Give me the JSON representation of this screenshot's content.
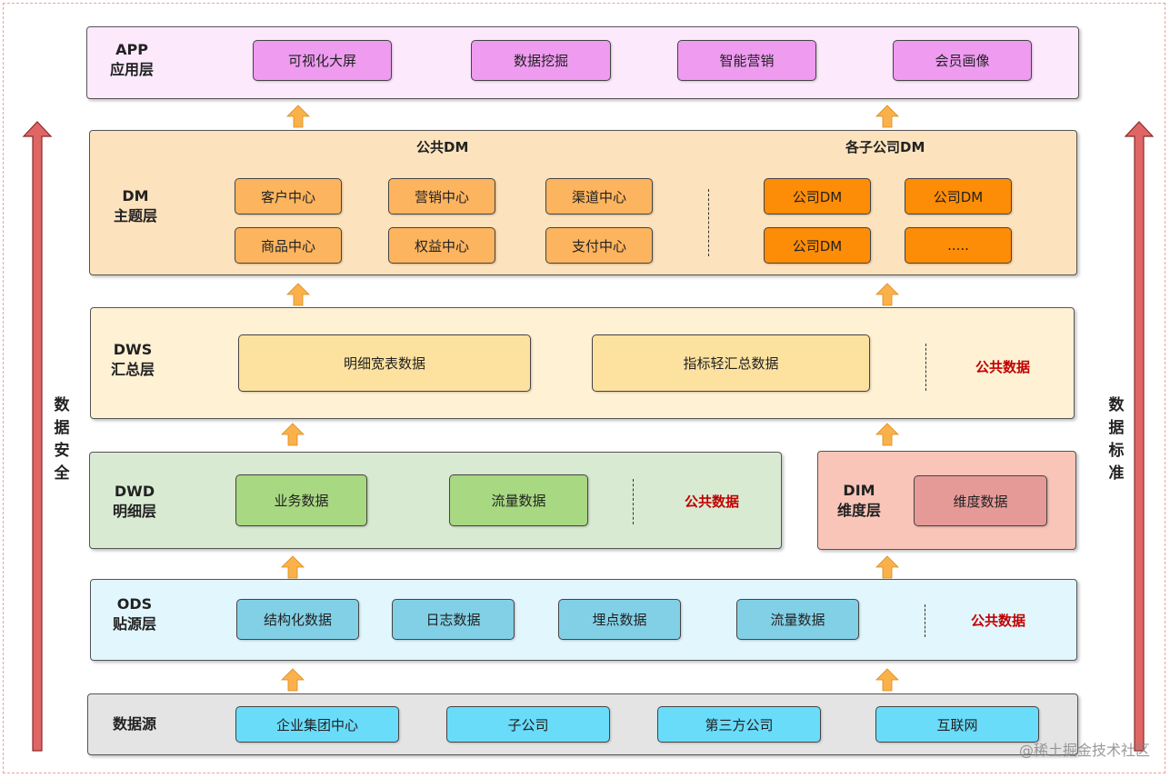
{
  "side": {
    "left_label": [
      "数",
      "据",
      "安",
      "全"
    ],
    "right_label": [
      "数",
      "据",
      "标",
      "准"
    ]
  },
  "app": {
    "label": "APP\n应用层",
    "items": [
      "可视化大屏",
      "数据挖掘",
      "智能营销",
      "会员画像"
    ]
  },
  "dm": {
    "label": "DM\n主题层",
    "public_title": "公共DM",
    "company_title": "各子公司DM",
    "public_items": [
      "客户中心",
      "营销中心",
      "渠道中心",
      "商品中心",
      "权益中心",
      "支付中心"
    ],
    "company_items": [
      "公司DM",
      "公司DM",
      "公司DM",
      "....."
    ]
  },
  "dws": {
    "label": "DWS\n汇总层",
    "items": [
      "明细宽表数据",
      "指标轻汇总数据"
    ],
    "note": "公共数据"
  },
  "dwd": {
    "label": "DWD\n明细层",
    "items": [
      "业务数据",
      "流量数据"
    ],
    "note": "公共数据"
  },
  "dim": {
    "label": "DIM\n维度层",
    "items": [
      "维度数据"
    ]
  },
  "ods": {
    "label": "ODS\n贴源层",
    "items": [
      "结构化数据",
      "日志数据",
      "埋点数据",
      "流量数据"
    ],
    "note": "公共数据"
  },
  "source": {
    "label": "数据源",
    "items": [
      "企业集团中心",
      "子公司",
      "第三方公司",
      "互联网"
    ]
  },
  "watermark": "@稀土掘金技术社区",
  "colors": {
    "app_bg": "#fce9fc",
    "app_box": "#ee9bf0",
    "dm_bg": "#fde3bd",
    "dm_public": "#fdb45e",
    "dm_company": "#fd8c06",
    "dws_bg": "#fff1d4",
    "dws_box": "#fde29f",
    "dwd_bg": "#d9ead3",
    "dwd_box": "#a8d882",
    "dim_bg": "#f8c5b8",
    "dim_box": "#e59a98",
    "ods_bg": "#e2f6fd",
    "ods_box": "#82d0e6",
    "src_bg": "#e4e4e4",
    "src_box": "#69dcfa",
    "arrow_small": "#fbb14a",
    "arrow_big": "#e06666",
    "note_red": "#c00000"
  }
}
